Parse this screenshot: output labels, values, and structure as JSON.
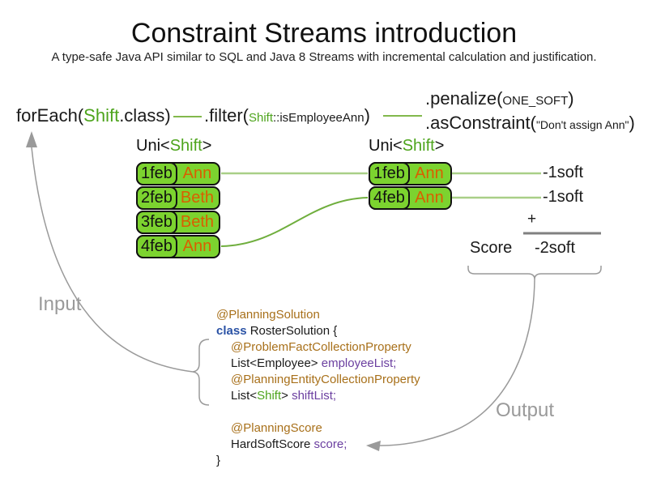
{
  "title": "Constraint Streams introduction",
  "subtitle": "A type-safe Java API similar to SQL and Java 8 Streams with incremental calculation and justification.",
  "chain": {
    "foreach": {
      "pre": "forEach(",
      "type": "Shift",
      "post": ".class)"
    },
    "filter": {
      "pre": ".filter(",
      "type": "Shift",
      "method": "::isEmployeeAnn",
      "post": ")"
    },
    "penalize": {
      "pre": ".penalize(",
      "arg": "ONE_SOFT",
      "post": ")"
    },
    "as_constraint": {
      "pre": ".asConstraint(",
      "arg": "\"Don't assign Ann\"",
      "post": ")"
    }
  },
  "uni_left": {
    "pre": "Uni<",
    "type": "Shift",
    "post": ">"
  },
  "uni_right": {
    "pre": "Uni<",
    "type": "Shift",
    "post": ">"
  },
  "left_table": {
    "rows": [
      {
        "date": "1feb",
        "name": "Ann"
      },
      {
        "date": "2feb",
        "name": "Beth"
      },
      {
        "date": "3feb",
        "name": "Beth"
      },
      {
        "date": "4feb",
        "name": "Ann"
      }
    ]
  },
  "right_table": {
    "rows": [
      {
        "date": "1feb",
        "name": "Ann"
      },
      {
        "date": "4feb",
        "name": "Ann"
      }
    ]
  },
  "score": {
    "match_1": "-1soft",
    "match_2": "-1soft",
    "plus": "+",
    "label": "Score",
    "total": "-2soft"
  },
  "flow": {
    "input": "Input",
    "output": "Output"
  },
  "code": {
    "annotation_solution": "@PlanningSolution",
    "class_keyword": "class",
    "class_decl": " RosterSolution {",
    "annotation_problem_fact": "@ProblemFactCollectionProperty",
    "employee_type": "List<Employee> ",
    "employee_var": "employeeList;",
    "annotation_planning_entity": "@PlanningEntityCollectionProperty",
    "shift_pre": "List<",
    "shift_type": "Shift",
    "shift_post": "> ",
    "shift_var": "shiftList;",
    "annotation_score": "@PlanningScore",
    "score_type": "HardSoftScore ",
    "score_var": "score;",
    "closing_brace": "}"
  },
  "colors": {
    "type_green": "#4da41c",
    "cell_green": "#7cd32f",
    "name_orange": "#d95f00",
    "annotation_brown": "#a8701a",
    "keyword_blue": "#2a52a5",
    "field_purple": "#6b3fa0",
    "connector_light": "#a9cf87",
    "connector_dark": "#6fae3d",
    "chain_green": "#82b84c",
    "arrow_gray": "#9a9a9a",
    "sum_line_gray": "#808080"
  }
}
